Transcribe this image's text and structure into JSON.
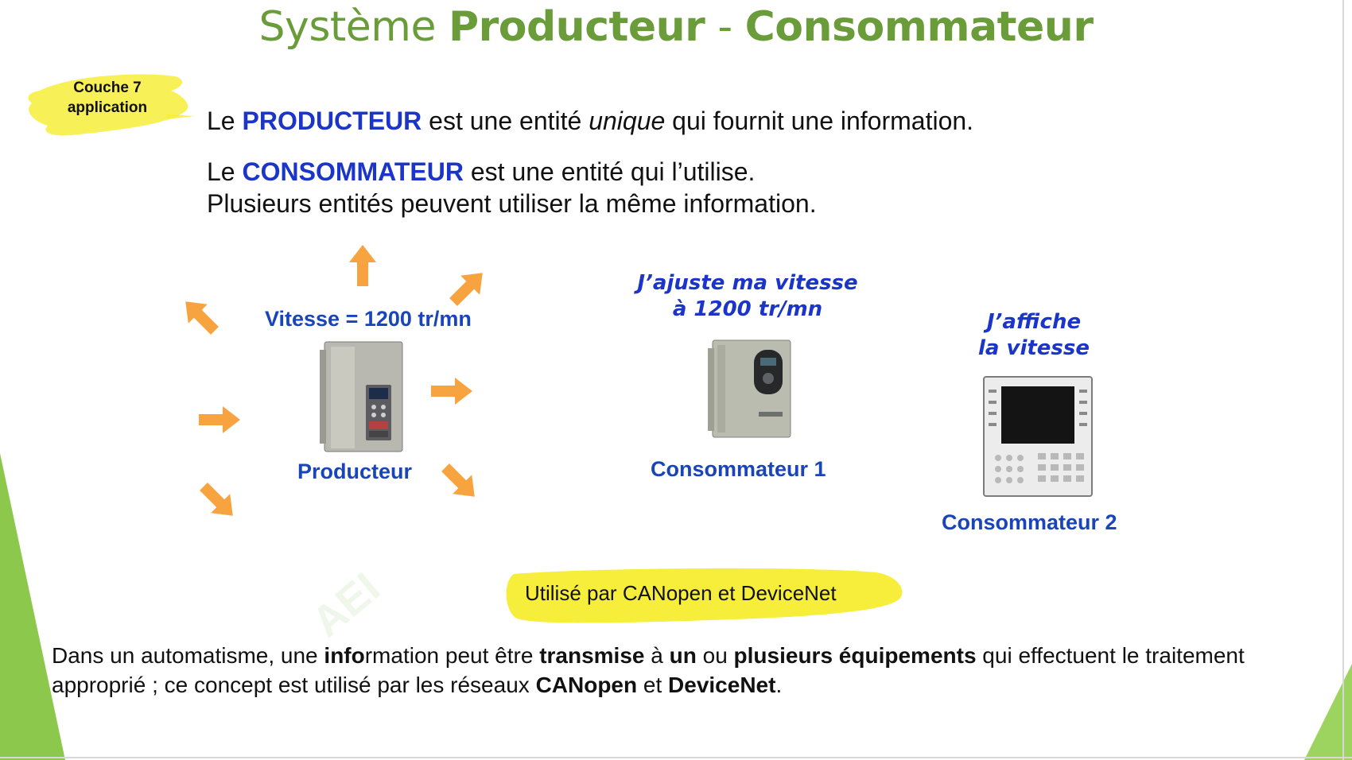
{
  "title": {
    "part1": "Système ",
    "part2": "Producteur",
    "part3": " - ",
    "part4": "Consommateur"
  },
  "badge": {
    "line1": "Couche 7",
    "line2": "application"
  },
  "intro": {
    "line1_pre": "Le ",
    "line1_kw": "PRODUCTEUR",
    "line1_mid": " est une entité ",
    "line1_it": "unique",
    "line1_post": " qui fournit une information.",
    "line2_pre": "Le ",
    "line2_kw": "CONSOMMATEUR",
    "line2_post": " est une entité qui l’utilise.",
    "line3": "Plusieurs entités peuvent utiliser la même information."
  },
  "producer": {
    "speed_label": "Vitesse = 1200 tr/mn",
    "name": "Producteur"
  },
  "consumer1": {
    "speech_line1": "J’ajuste ma vitesse",
    "speech_line2": "à 1200 tr/mn",
    "name": "Consommateur 1"
  },
  "consumer2": {
    "speech_line1": "J’affiche",
    "speech_line2": "la vitesse",
    "name": "Consommateur 2"
  },
  "highlight": "Utilisé par CANopen et DeviceNet",
  "watermark": "AEI",
  "footer": {
    "t1": "Dans un automatisme, une ",
    "b1": "info",
    "t2": "rmation peut être ",
    "b2": "transmise",
    "t3": " à ",
    "b3": "un",
    "t4": " ou ",
    "b4": "plusieurs équipements",
    "t5": " qui effectuent le traitement approprié ; ce concept est utilisé par les réseaux ",
    "b5": "CANopen",
    "t6": " et ",
    "b6": "DeviceNet",
    "t7": "."
  },
  "colors": {
    "title_green": "#6a9c3a",
    "keyword_blue": "#1a35c8",
    "label_blue": "#1a45b8",
    "arrow_orange": "#f7a440",
    "highlight_yellow": "#f6ee3a",
    "corner_green": "#8cc84b"
  }
}
